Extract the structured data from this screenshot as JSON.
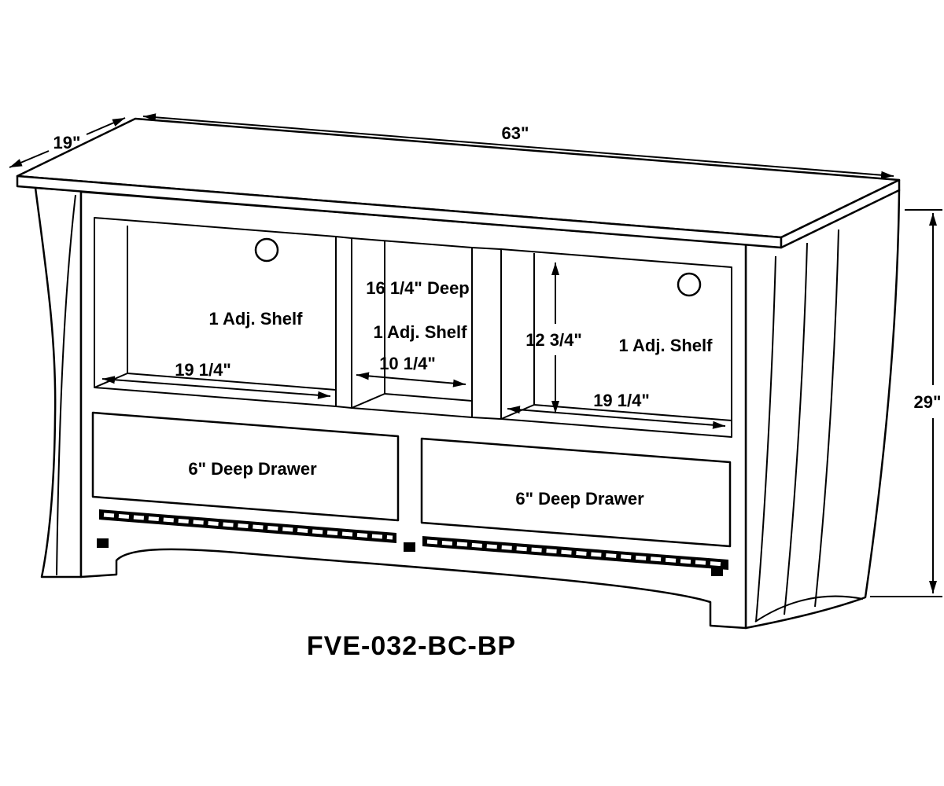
{
  "model": "FVE-032-BC-BP",
  "dims": {
    "width": "63\"",
    "depth": "19\"",
    "height": "29\"",
    "left_opening_width": "19 1/4\"",
    "middle_opening_width": "10 1/4\"",
    "middle_depth": "16 1/4\" Deep",
    "right_opening_height": "12 3/4\"",
    "right_opening_width": "19 1/4\""
  },
  "labels": {
    "left_shelf": "1 Adj. Shelf",
    "middle_shelf": "1 Adj. Shelf",
    "right_shelf": "1 Adj. Shelf",
    "left_drawer": "6\" Deep Drawer",
    "right_drawer": "6\" Deep Drawer"
  },
  "colors": {
    "line": "#000000",
    "background": "#ffffff",
    "vent": "#000000"
  }
}
